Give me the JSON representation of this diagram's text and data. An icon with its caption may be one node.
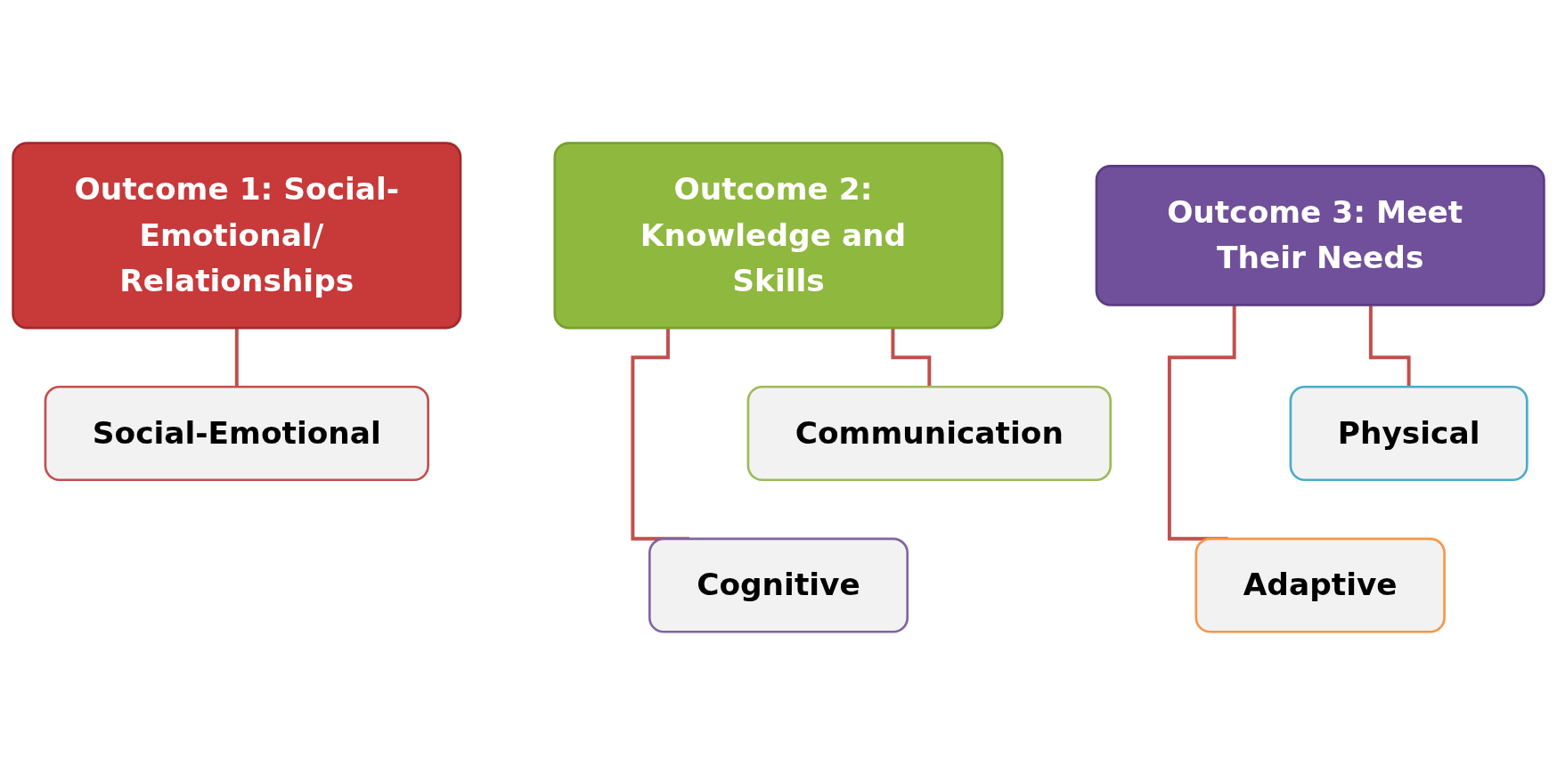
{
  "diagram": {
    "nodes": [
      {
        "text": [
          "Outcome 1: Social-Emotional/ Relationships"
        ]
      },
      {
        "text": [
          "Social-Emotional"
        ]
      },
      {
        "text": [
          "Outcome 2: Knowledge and Skills"
        ]
      },
      {
        "text": [
          "Communication"
        ]
      },
      {
        "text": [
          "Cognitive"
        ]
      },
      {
        "text": [
          "Outcome 3: Meet Their Needs"
        ]
      },
      {
        "text": [
          "Physical"
        ]
      },
      {
        "text": [
          "Adaptive"
        ]
      }
    ],
    "edges": [
      {
        "from": 0,
        "to": 1,
        "arrow": "none"
      },
      {
        "from": 2,
        "to": 3,
        "arrow": "none"
      },
      {
        "from": 2,
        "to": 4,
        "arrow": "none"
      },
      {
        "from": 5,
        "to": 6,
        "arrow": "none"
      },
      {
        "from": 5,
        "to": 7,
        "arrow": "none"
      }
    ]
  }
}
